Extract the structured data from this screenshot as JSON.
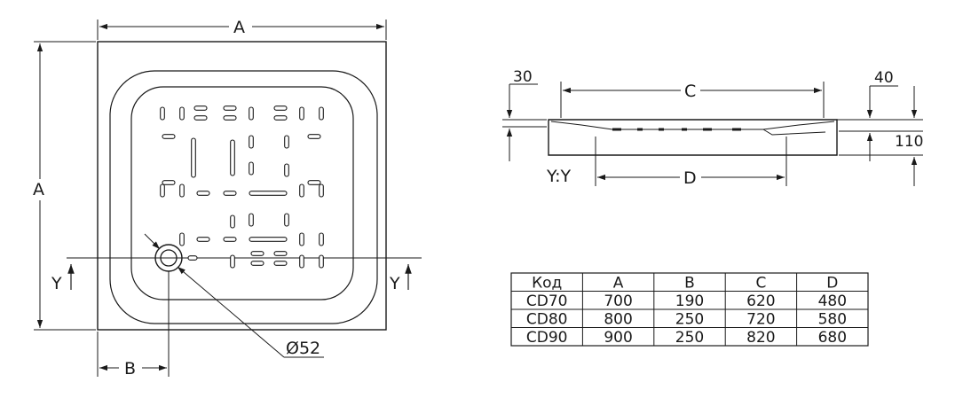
{
  "top_view": {
    "dim_a_top": "A",
    "dim_a_left": "A",
    "dim_b": "B",
    "section_y_left": "Y",
    "section_y_right": "Y",
    "drain_diameter": "Ø52"
  },
  "section_view": {
    "title": "Y:Y",
    "dim_30": "30",
    "dim_40": "40",
    "dim_c": "C",
    "dim_d": "D",
    "dim_110": "110"
  },
  "table": {
    "headers": [
      "Код",
      "A",
      "B",
      "C",
      "D"
    ],
    "rows": [
      [
        "CD70",
        "700",
        "190",
        "620",
        "480"
      ],
      [
        "CD80",
        "800",
        "250",
        "720",
        "580"
      ],
      [
        "CD90",
        "900",
        "250",
        "820",
        "680"
      ]
    ]
  }
}
